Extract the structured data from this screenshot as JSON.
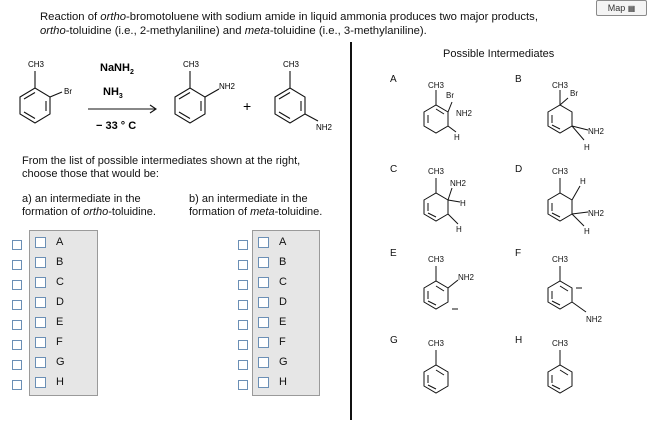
{
  "map_button": "Map",
  "intro": {
    "l1a": "Reaction of ",
    "l1b": "ortho",
    "l1c": "-bromotoluene with sodium amide in liquid ammonia produces two major products,",
    "l2a": "ortho",
    "l2b": "-toluidine (i.e., 2-methylaniline) and ",
    "l2c": "meta",
    "l2d": "-toluidine (i.e., 3-methylaniline)."
  },
  "reaction": {
    "reagent1": "NaNH",
    "reagent1_sub": "2",
    "reagent2": "NH",
    "reagent2_sub": "3",
    "condition": "− 33   ° C",
    "plus": "+",
    "ch3": "CH3",
    "br": "Br",
    "nh2": "NH2"
  },
  "intermediates": {
    "title": "Possible Intermediates",
    "letters": [
      "A",
      "B",
      "C",
      "D",
      "E",
      "F",
      "G",
      "H"
    ],
    "h": "H"
  },
  "question": {
    "line1": "From the list of possible intermediates shown at the right,",
    "line2": "choose those that would be:",
    "a1": "a) an intermediate in the",
    "a2a": "formation of ",
    "a2b": "ortho",
    "a2c": "-toluidine.",
    "b1": "b) an intermediate in the",
    "b2a": "formation of ",
    "b2b": "meta",
    "b2c": "-toluidine."
  },
  "options": [
    "A",
    "B",
    "C",
    "D",
    "E",
    "F",
    "G",
    "H"
  ]
}
